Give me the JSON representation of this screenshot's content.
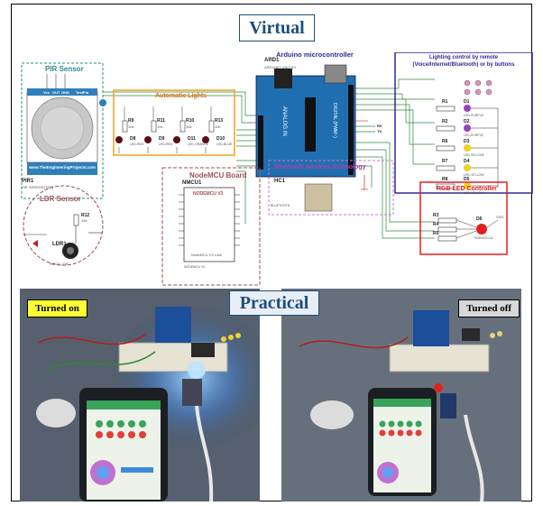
{
  "headings": {
    "virtual": "Virtual",
    "practical": "Practical"
  },
  "pir": {
    "title": "PIR Sensor",
    "ref": "PIR1",
    "sub": "PIR SENSOR(TEP)",
    "site": "www.TheEngineeringProjects.com",
    "pins": [
      "Vcc",
      "OUT",
      "GND"
    ],
    "test": "TestPin"
  },
  "arduino": {
    "ref": "ARD1",
    "title": "Arduino microcontroller",
    "sub": "ARDUINO UNO R3"
  },
  "auto": {
    "title": "Automatic Lights",
    "resistors": [
      "R9",
      "R11",
      "R10",
      "R13"
    ],
    "rvals": [
      "10k",
      "10k",
      "10k",
      "10k"
    ],
    "leds": [
      "D8",
      "D9",
      "D11",
      "D10"
    ],
    "ledtypes": [
      "LED-RED",
      "LED-RED",
      "LED-ORANGE",
      "LED-BLUE"
    ]
  },
  "remote": {
    "title": "Lighting control by remote (Voice/Internet/Bluetooth) or by buttons",
    "resistors": [
      "R1",
      "R2",
      "R6",
      "R7",
      "R8"
    ],
    "leds": [
      "D1",
      "D2",
      "D3",
      "D4",
      "D5"
    ],
    "ledtypes": [
      "LED-PURPLE",
      "LED-PURPLE",
      "LED-YELLOW",
      "LED-YELLOW",
      "LED-YELLOW"
    ]
  },
  "bt": {
    "title": "Bluetooth wireless technology",
    "ref": "HC1",
    "sub": "BLUETOOTH",
    "pins": [
      "RX",
      "TX"
    ]
  },
  "nodemcu": {
    "title": "NodeMCU Board",
    "ref": "NMCU1",
    "chip": "NODEMCU V3",
    "sub": "NodeMCU V3 Lolin",
    "sub2": "NODEMCU V3"
  },
  "ldr": {
    "title": "LDR Sensor",
    "ref": "LDR1",
    "res": "R12",
    "rval": "10k",
    "sub": "TORCH_LDR"
  },
  "rgb": {
    "title": "RGB LED Controller",
    "resistors": [
      "R3",
      "R4",
      "R5"
    ],
    "led": "D6",
    "ledtype": "RGBLED-CA",
    "vdd": "VDD"
  },
  "badges": {
    "on": "Turned on",
    "off": "Turned off"
  },
  "colors": {
    "teal": "#2e8b8b",
    "orange": "#f4a020",
    "navy": "#2b2b9a",
    "magenta": "#d070d0",
    "red": "#e02020",
    "brown": "#a05050",
    "board": "#1f6fb0"
  }
}
